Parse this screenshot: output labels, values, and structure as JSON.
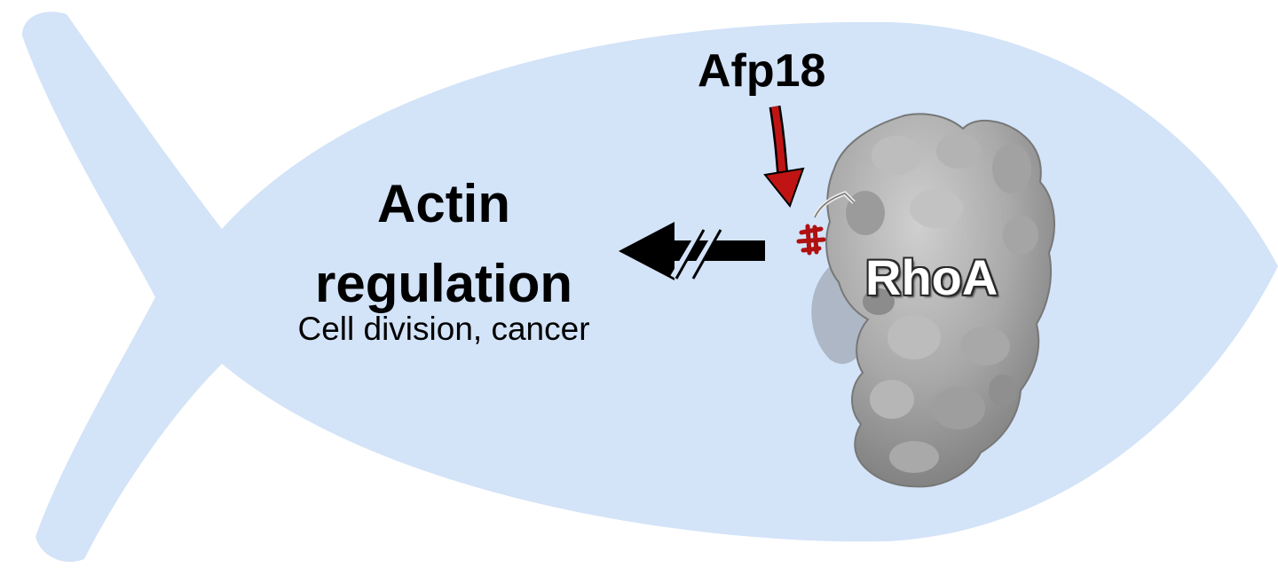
{
  "labels": {
    "afp18": "Afp18",
    "actin_line1": "Actin",
    "actin_line2": "regulation",
    "subtitle": "Cell division, cancer",
    "rhoa": "RhoA"
  },
  "colors": {
    "fish_fill": "#d3e3f8",
    "red_arrow": "#c01414",
    "inhibition_arrow": "#000000",
    "protein_surface": "#a9a9a9",
    "protein_shadow": "#6e6e6e",
    "modification_red": "#b01010"
  },
  "icons": {
    "background": "fish-silhouette",
    "protein": "protein-surface-structure",
    "modification_arrow": "red-down-arrow",
    "blocked_arrow": "blocked-arrow-icon"
  }
}
